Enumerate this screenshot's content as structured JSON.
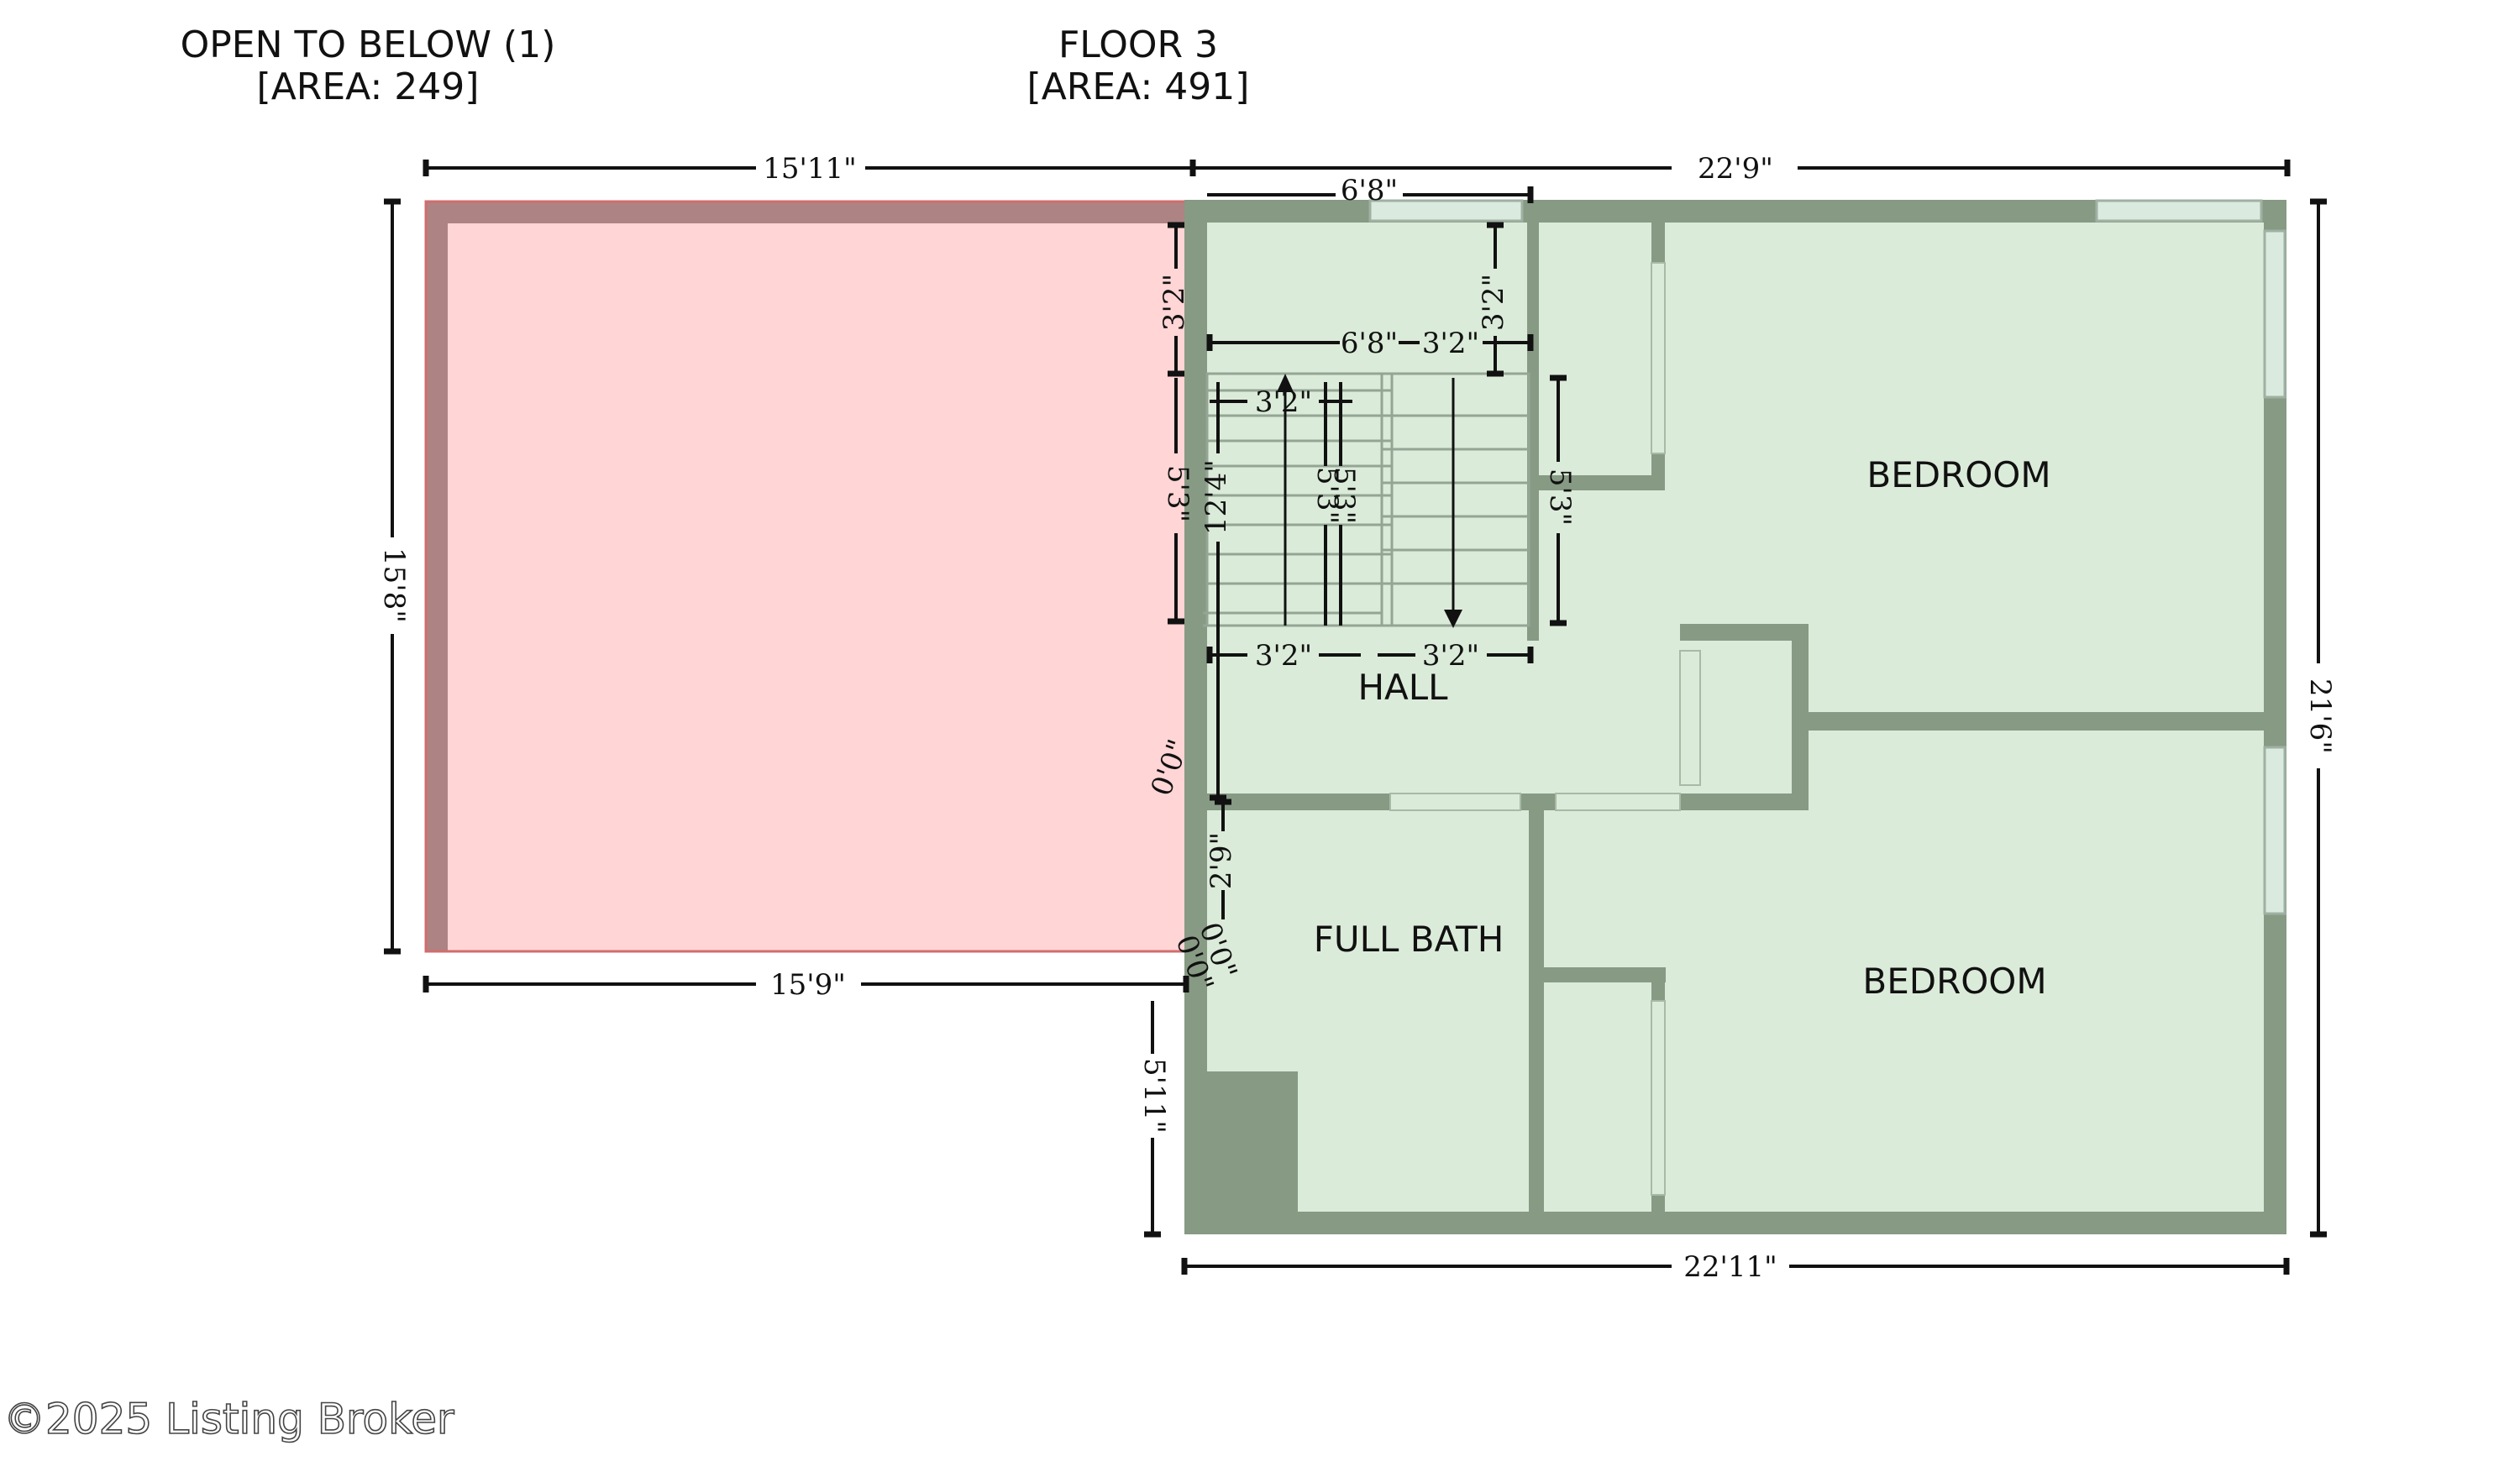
{
  "headers": {
    "open_title": "OPEN TO BELOW (1)",
    "open_area": "[AREA: 249]",
    "floor_title": "FLOOR 3",
    "floor_area": "[AREA: 491]"
  },
  "rooms": {
    "bedroom_upper": "BEDROOM",
    "bedroom_lower": "BEDROOM",
    "hall": "HALL",
    "full_bath": "FULL BATH"
  },
  "dimensions": {
    "top_open": "15'11\"",
    "top_floor": "22'9\"",
    "left_open": "15'8\"",
    "bottom_open": "15'9\"",
    "right_floor": "21'6\"",
    "bottom_floor": "22'11\"",
    "bath_left": "5'11\"",
    "stair_top_w": "6'8\"",
    "stair_mid_w": "6'8\"",
    "stair_mid_small": "3'2\"",
    "stair_top_right_v": "3'2\"",
    "stair_left_top_v": "3'2\"",
    "stair_left_mid_v": "5'3\"",
    "stair_inner_w": "3'2\"",
    "stair_run_v": "12'4\"",
    "stair_center_a": "5'3\"",
    "stair_center_b": "5'3\"",
    "stair_right_v": "5'3\"",
    "stair_bottom_l": "3'2\"",
    "stair_bottom_r": "3'2\"",
    "hall_corner_zero": "0'0\"",
    "bath_top_v": "2'9\"",
    "bath_corner_zero_a": "0'0\"",
    "bath_corner_zero_b": "0'0\""
  },
  "colors": {
    "open_fill": "#ffd5d6",
    "open_wall": "#ad8383",
    "floor_fill": "#dbebd9",
    "floor_wall": "#879a84"
  },
  "copyright": "©2025 Listing Broker"
}
